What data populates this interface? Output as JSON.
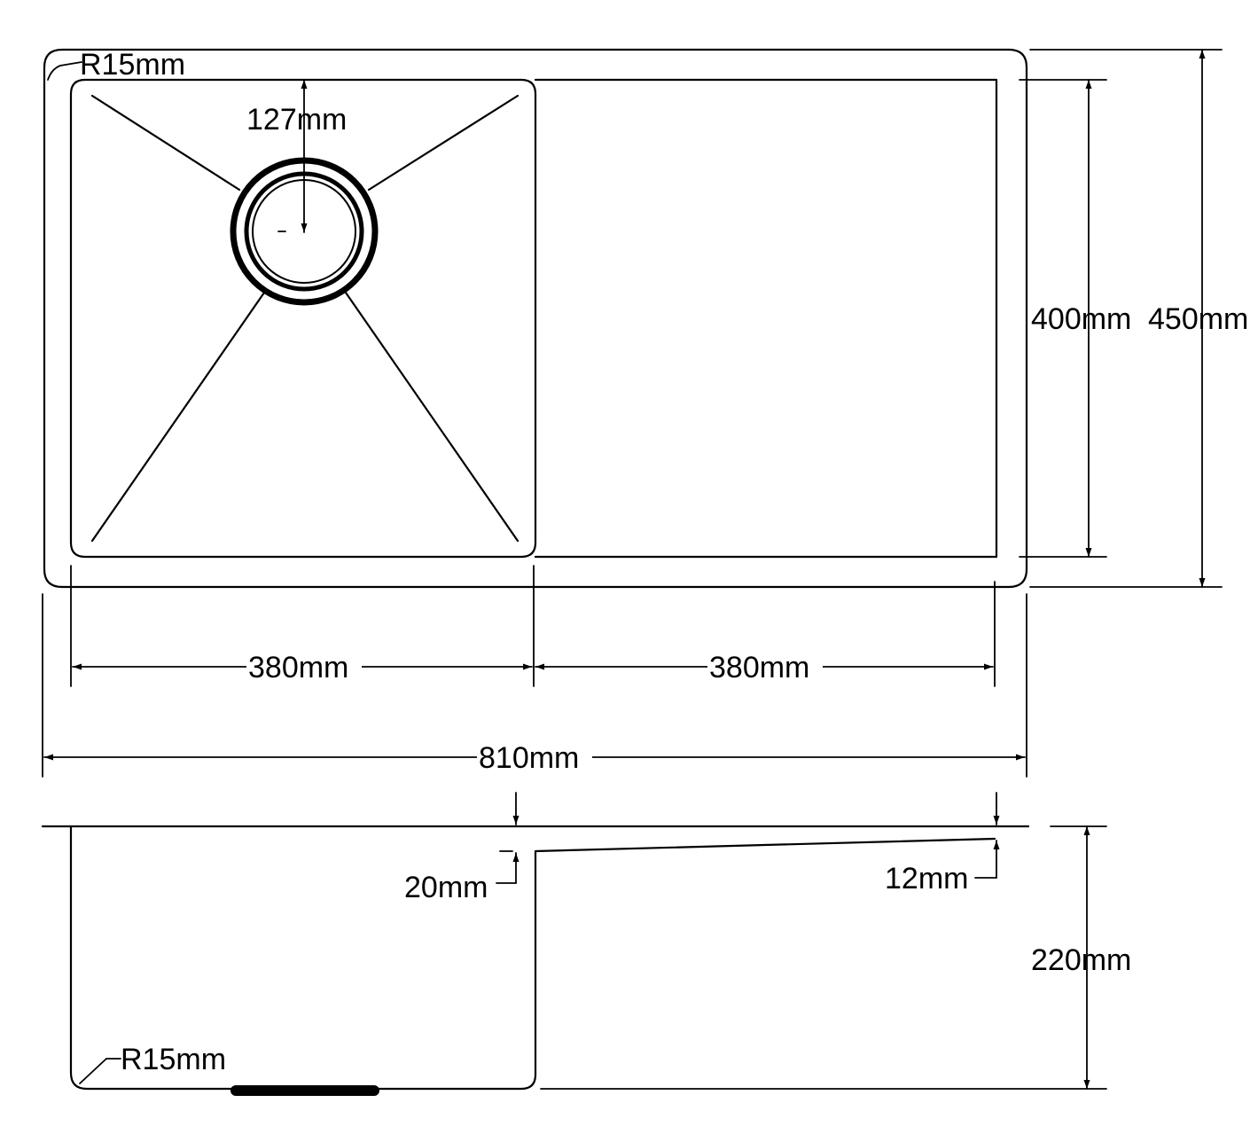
{
  "drawing": {
    "colors": {
      "line": "#000000",
      "background": "#ffffff"
    },
    "top_view": {
      "corner_radius_label": "R15mm",
      "drain_offset_label": "127mm",
      "inner_height_label": "400mm",
      "outer_height_label": "450mm",
      "left_width_label": "380mm",
      "right_width_label": "380mm",
      "overall_width_label": "810mm"
    },
    "side_view": {
      "step_depth_label": "20mm",
      "drainboard_slope_label": "12mm",
      "bowl_depth_label": "220mm",
      "bottom_radius_label": "R15mm"
    }
  }
}
